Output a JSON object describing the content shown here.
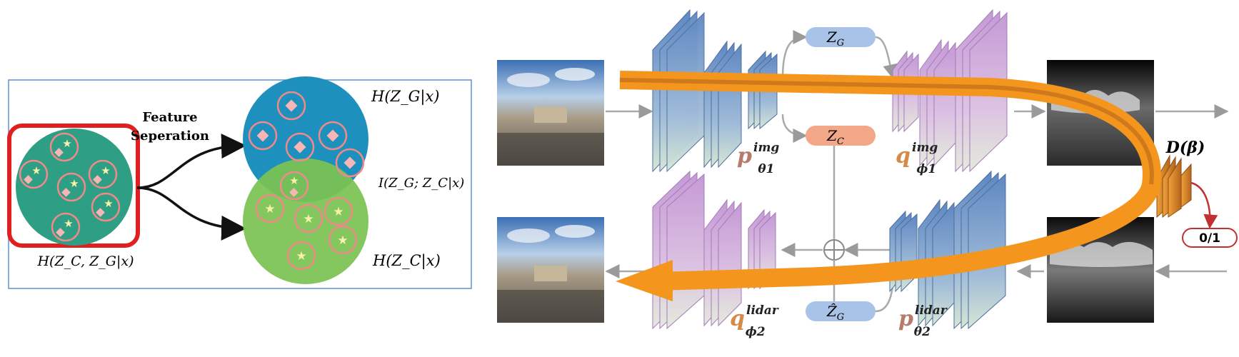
{
  "left_panel": {
    "feature_title_line1": "Feature",
    "feature_title_line2": "Seperation",
    "joint_entropy": "H(Z_C, Z_G|x)",
    "entropy_g": "H(Z_G|x)",
    "entropy_c": "H(Z_C|x)",
    "mutual_info": "I(Z_G; Z_C|x)",
    "colors": {
      "panel_border": "#5b8fd8",
      "highlight_border": "#e02020",
      "joint_fill": "#2e9e84",
      "g_fill": "#1e90bd",
      "c_fill": "#7cc353",
      "ring": "#f08a8a",
      "star": "#f6f1a6",
      "diamond": "#f7b5b5"
    }
  },
  "right_panel": {
    "latent_g": {
      "base": "Z",
      "sub": "G"
    },
    "latent_c": {
      "base": "Z",
      "sub": "C"
    },
    "latent_g_hat": {
      "base": "Ẑ",
      "sub": "G"
    },
    "enc_img": {
      "base": "p",
      "sup": "img",
      "sub": "θ1"
    },
    "dec_img": {
      "base": "q",
      "sup": "img",
      "sub": "ϕ1"
    },
    "dec_lidar": {
      "base": "q",
      "sup": "lidar",
      "sub": "ϕ2"
    },
    "enc_lidar": {
      "base": "p",
      "sup": "lidar",
      "sub": "θ2"
    },
    "discriminator_label": "D(β)",
    "discriminator_output": "0/1",
    "colors": {
      "encoder_block": "#6f95c8",
      "decoder_block": "#c9a3d6",
      "latent_g": "#a9c3e8",
      "latent_c": "#f2a788",
      "arrow_orange": "#f4961e",
      "arrow_gray": "#aaaaaa",
      "discriminator": "#d98a2c",
      "output_border": "#c23030"
    }
  }
}
